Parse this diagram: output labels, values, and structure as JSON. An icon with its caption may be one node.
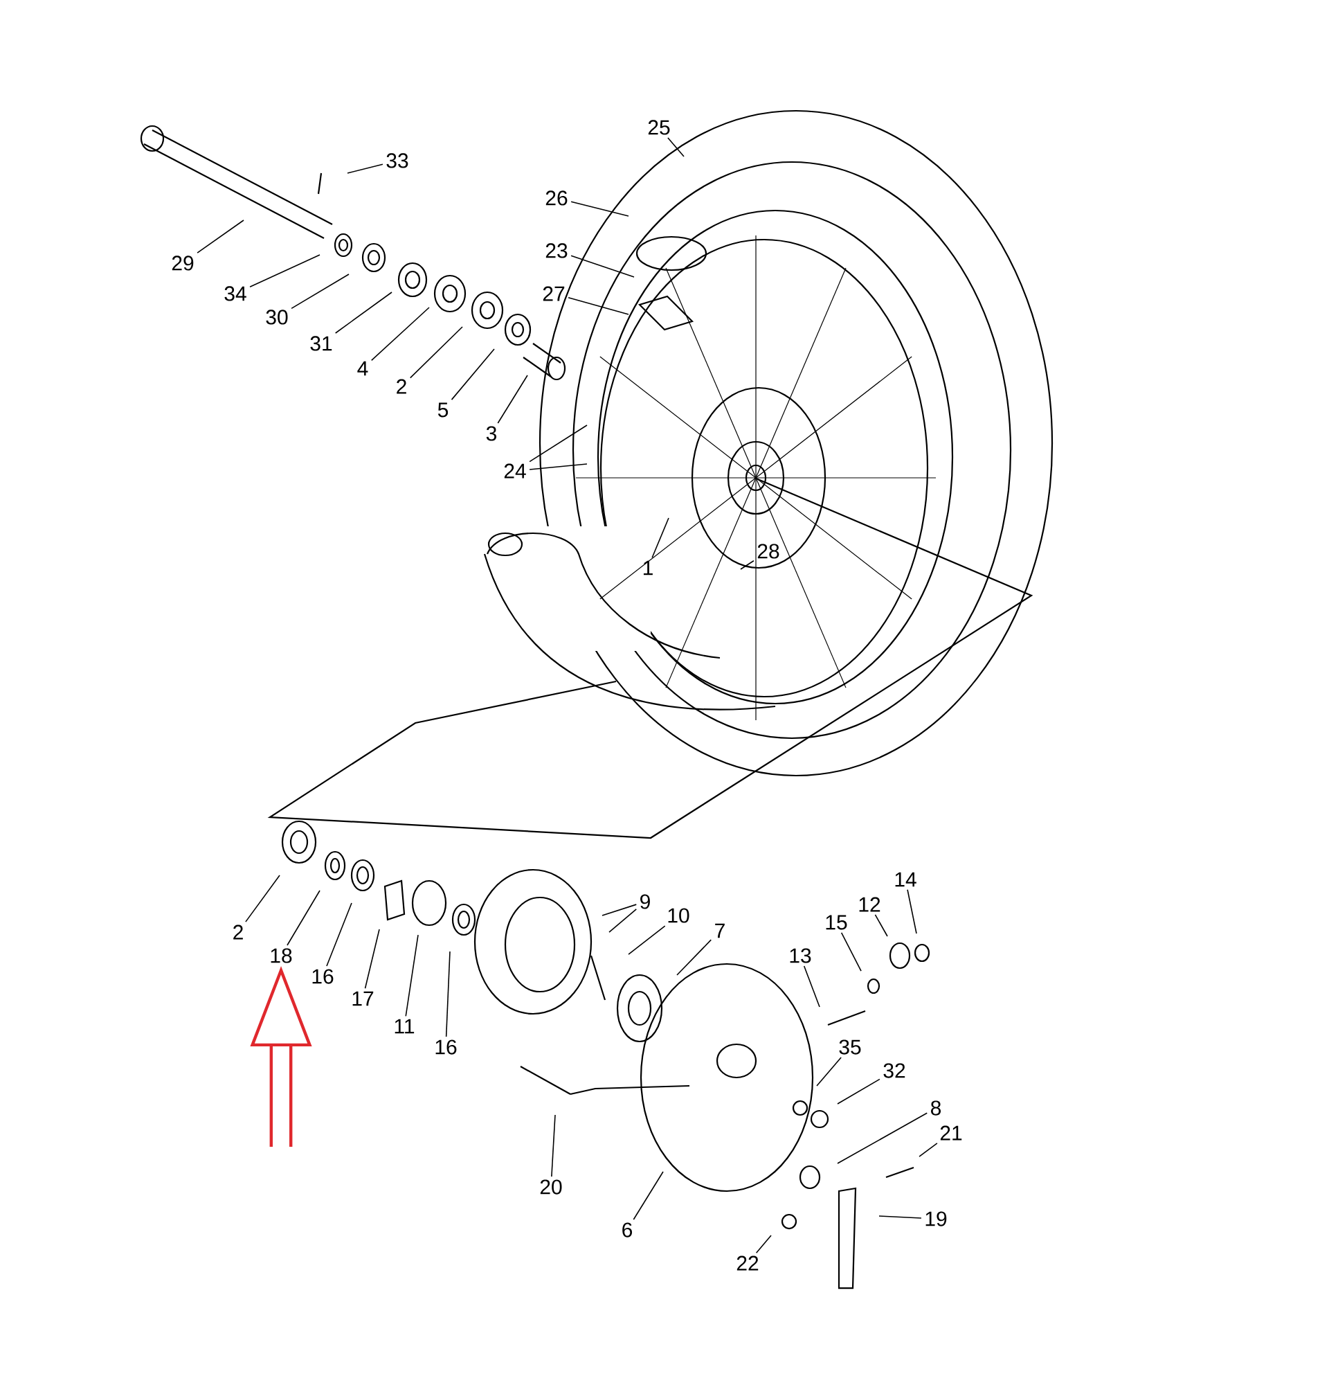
{
  "diagram": {
    "nodes": [
      {
        "text": [
          "33"
        ]
      },
      {
        "text": [
          "29"
        ]
      },
      {
        "text": [
          "34"
        ]
      },
      {
        "text": [
          "30"
        ]
      },
      {
        "text": [
          "31"
        ]
      },
      {
        "text": [
          "4"
        ]
      },
      {
        "text": [
          "2"
        ]
      },
      {
        "text": [
          "5"
        ]
      },
      {
        "text": [
          "3"
        ]
      },
      {
        "text": [
          "25"
        ]
      },
      {
        "text": [
          "26"
        ]
      },
      {
        "text": [
          "23"
        ]
      },
      {
        "text": [
          "27"
        ]
      },
      {
        "text": [
          "24"
        ]
      },
      {
        "text": [
          "1"
        ]
      },
      {
        "text": [
          "28"
        ]
      },
      {
        "text": [
          "9"
        ]
      },
      {
        "text": [
          "10"
        ]
      },
      {
        "text": [
          "14"
        ]
      },
      {
        "text": [
          "12"
        ]
      },
      {
        "text": [
          "15"
        ]
      },
      {
        "text": [
          "7"
        ]
      },
      {
        "text": [
          "13"
        ]
      },
      {
        "text": [
          "2"
        ]
      },
      {
        "text": [
          "18"
        ]
      },
      {
        "text": [
          "16"
        ]
      },
      {
        "text": [
          "17"
        ]
      },
      {
        "text": [
          "11"
        ]
      },
      {
        "text": [
          "16"
        ]
      },
      {
        "text": [
          "35"
        ]
      },
      {
        "text": [
          "32"
        ]
      },
      {
        "text": [
          "8"
        ]
      },
      {
        "text": [
          "21"
        ]
      },
      {
        "text": [
          "20"
        ]
      },
      {
        "text": [
          "19"
        ]
      },
      {
        "text": [
          "6"
        ]
      },
      {
        "text": [
          "22"
        ]
      }
    ],
    "edges": [
      {
        "from": 0,
        "to": null,
        "arrow": "none"
      },
      {
        "from": 1,
        "to": null,
        "arrow": "none"
      },
      {
        "from": 2,
        "to": null,
        "arrow": "none"
      },
      {
        "from": 3,
        "to": null,
        "arrow": "none"
      },
      {
        "from": 4,
        "to": null,
        "arrow": "none"
      },
      {
        "from": 5,
        "to": null,
        "arrow": "none"
      },
      {
        "from": 6,
        "to": null,
        "arrow": "none"
      },
      {
        "from": 7,
        "to": null,
        "arrow": "none"
      },
      {
        "from": 8,
        "to": null,
        "arrow": "none"
      },
      {
        "from": 9,
        "to": null,
        "arrow": "none"
      },
      {
        "from": 10,
        "to": null,
        "arrow": "none"
      },
      {
        "from": 11,
        "to": null,
        "arrow": "none"
      },
      {
        "from": 12,
        "to": null,
        "arrow": "none"
      },
      {
        "from": 13,
        "to": null,
        "arrow": "none"
      },
      {
        "from": 13,
        "to": null,
        "arrow": "none"
      },
      {
        "from": 14,
        "to": null,
        "arrow": "none"
      },
      {
        "from": 15,
        "to": null,
        "arrow": "none"
      },
      {
        "from": 16,
        "to": null,
        "arrow": "none"
      },
      {
        "from": 16,
        "to": null,
        "arrow": "none"
      },
      {
        "from": 17,
        "to": null,
        "arrow": "none"
      },
      {
        "from": 18,
        "to": null,
        "arrow": "none"
      },
      {
        "from": 19,
        "to": null,
        "arrow": "none"
      },
      {
        "from": 20,
        "to": null,
        "arrow": "none"
      },
      {
        "from": 21,
        "to": null,
        "arrow": "none"
      },
      {
        "from": 22,
        "to": null,
        "arrow": "none"
      },
      {
        "from": 23,
        "to": null,
        "arrow": "none"
      },
      {
        "from": 24,
        "to": null,
        "arrow": "none"
      },
      {
        "from": 25,
        "to": null,
        "arrow": "none"
      },
      {
        "from": 26,
        "to": null,
        "arrow": "none"
      },
      {
        "from": 27,
        "to": null,
        "arrow": "none"
      },
      {
        "from": 28,
        "to": null,
        "arrow": "none"
      },
      {
        "from": 29,
        "to": null,
        "arrow": "none"
      },
      {
        "from": 30,
        "to": null,
        "arrow": "none"
      },
      {
        "from": 31,
        "to": null,
        "arrow": "none"
      },
      {
        "from": 32,
        "to": null,
        "arrow": "none"
      },
      {
        "from": 33,
        "to": null,
        "arrow": "none"
      },
      {
        "from": 34,
        "to": null,
        "arrow": "none"
      },
      {
        "from": 35,
        "to": null,
        "arrow": "none"
      },
      {
        "from": 36,
        "to": null,
        "arrow": "none"
      },
      {
        "from": null,
        "to": 24,
        "arrow": "to",
        "style": "thick",
        "color": "#e0282d"
      }
    ]
  }
}
